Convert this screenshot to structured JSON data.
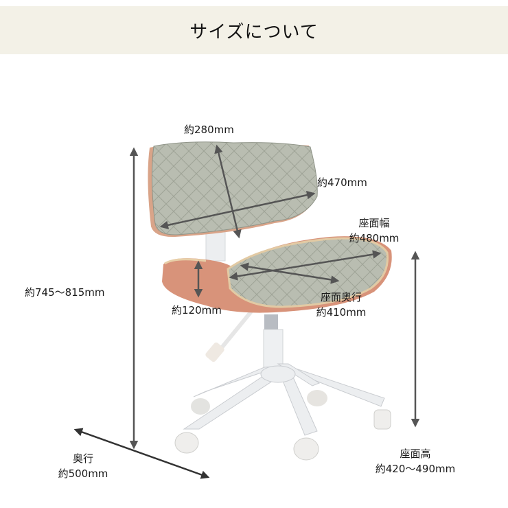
{
  "header": {
    "title": "サイズについて"
  },
  "dimensions": {
    "backrest_height": {
      "value": "約280mm"
    },
    "backrest_width": {
      "value": "約470mm"
    },
    "seat_width": {
      "name": "座面幅",
      "value": "約480mm"
    },
    "seat_depth": {
      "name": "座面奥行",
      "value": "約410mm"
    },
    "seat_thickness": {
      "value": "約120mm"
    },
    "total_height": {
      "value": "約745〜815mm"
    },
    "overall_depth": {
      "name": "奥行",
      "value": "約500mm"
    },
    "seat_height": {
      "name": "座面高",
      "value": "約420〜490mm"
    }
  },
  "colors": {
    "title_bg": "#f3f1e7",
    "fabric": "#b9bdb1",
    "wood": "#d9987e",
    "frame": "#eceef0",
    "arrow": "#555555"
  }
}
